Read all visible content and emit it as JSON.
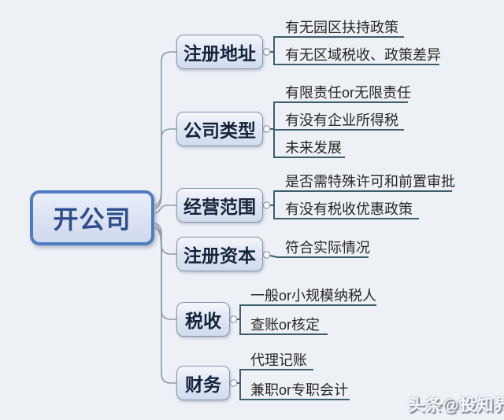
{
  "diagram": {
    "type": "mindmap",
    "title": "开公司"
  },
  "root": {
    "label": "开公司"
  },
  "branches": [
    {
      "label": "注册地址",
      "children": [
        "有无园区扶持政策",
        "有无区域税收、政策差异"
      ]
    },
    {
      "label": "公司类型",
      "children": [
        "有限责任or无限责任",
        "有没有企业所得税",
        "未来发展"
      ]
    },
    {
      "label": "经营范围",
      "children": [
        "是否需特殊许可和前置审批",
        "有没有税收优惠政策"
      ]
    },
    {
      "label": "注册资本",
      "children": [
        "符合实际情况"
      ]
    },
    {
      "label": "税收",
      "children": [
        "一般or小规模纳税人",
        "查账or核定"
      ]
    },
    {
      "label": "财务",
      "children": [
        "代理记账",
        "兼职or专职会计"
      ]
    }
  ],
  "watermark": {
    "text": "头条@投知界"
  },
  "icons": {
    "node_toggle": "expand-collapse-circle"
  },
  "colors": {
    "background": "#edf0f5",
    "root_border": "#4e7cc2",
    "root_text": "#2e4e8e",
    "topic_fill": "#dde4f2",
    "topic_border": "#8694ad",
    "leaf_underline": "#3d5f6d",
    "connector": "#8e99a9"
  }
}
